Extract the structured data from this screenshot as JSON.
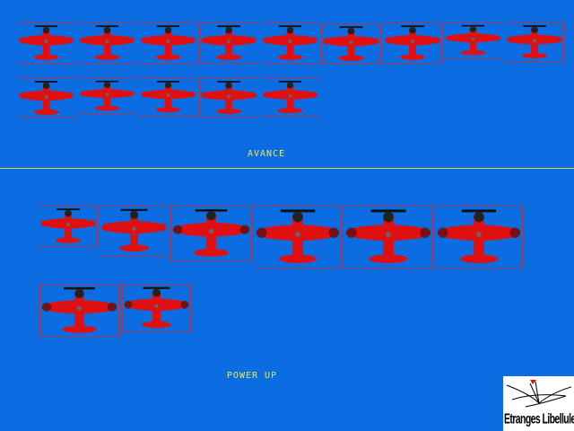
{
  "sections": {
    "avance_label": "AVANCE",
    "power_up_label": "POWER UP"
  },
  "logo": {
    "text": "Etranges Libellules"
  },
  "sprites": {
    "avance_frame_count": 14,
    "power_up_frame_count": 8
  },
  "colors": {
    "background": "#0c6de2",
    "plane": "#e01010",
    "frame_border": "#a03a5a",
    "label": "#e8e85a"
  }
}
